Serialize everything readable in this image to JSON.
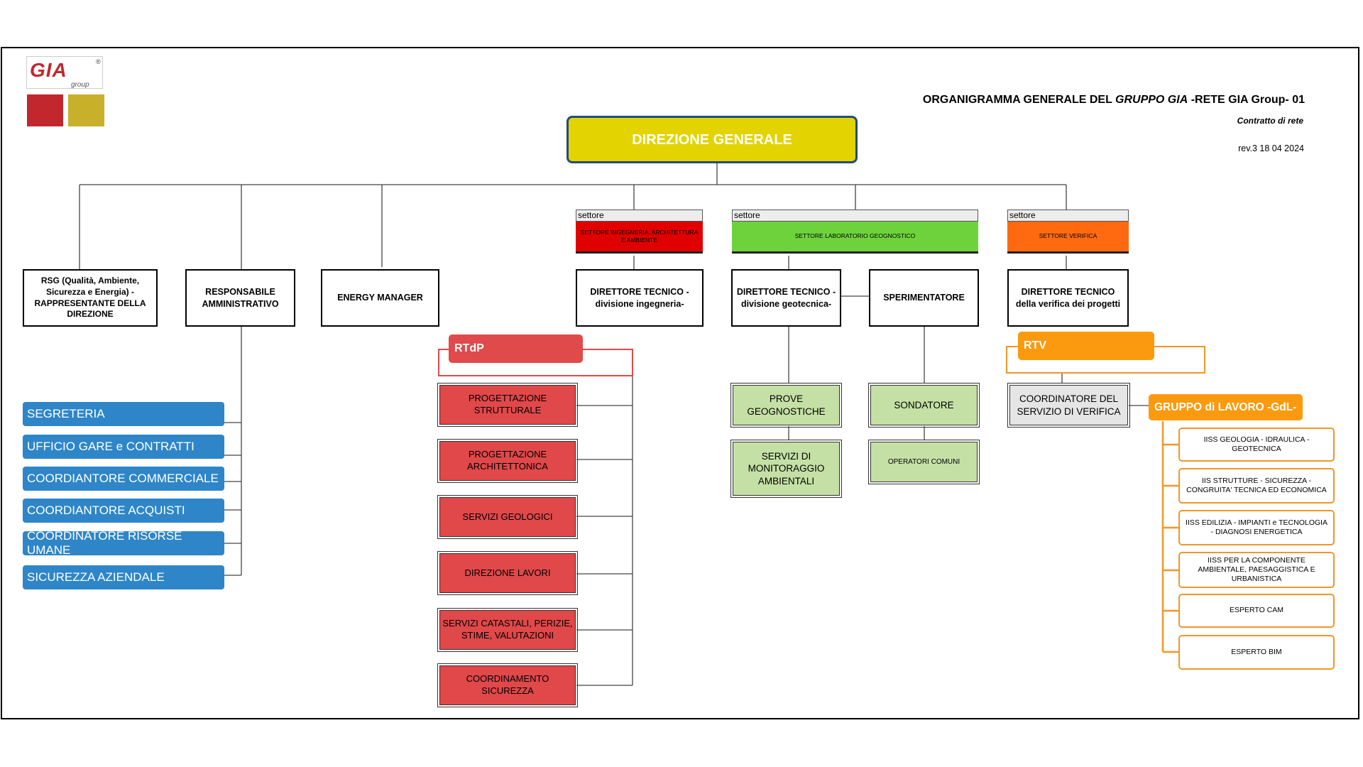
{
  "logo": {
    "brand": "GIA",
    "registered": "®",
    "tagline": "group",
    "colors": [
      "#c1272d",
      "#c8b02a"
    ]
  },
  "header": {
    "title_pre": "ORGANIGRAMMA GENERALE DEL ",
    "title_italic": "GRUPPO GIA",
    "title_post": " -RETE GIA Group- 01",
    "subtitle": "Contratto di rete",
    "revision": "rev.3 18 04 2024"
  },
  "top": {
    "label": "DIREZIONE GENERALE",
    "color": "#e3d300"
  },
  "staff": [
    {
      "label": "RSG (Qualità, Ambiente, Sicurezza e Energia) - RAPPRESENTANTE DELLA DIREZIONE"
    },
    {
      "label": "RESPONSABILE AMMINISTRATIVO"
    },
    {
      "label": "ENERGY MANAGER"
    }
  ],
  "sectors": [
    {
      "tag": "settore",
      "name": "SETTORE INGEGNERIA, ARCHITETTURA E AMBIENTE",
      "color": "#e00000"
    },
    {
      "tag": "settore",
      "name": "SETTORE LABORATORIO GEOGNOSTICO",
      "color": "#6ed23c"
    },
    {
      "tag": "settore",
      "name": "SETTORE VERIFICA",
      "color": "#ff6a10"
    }
  ],
  "directors": {
    "ing": "DIRETTORE TECNICO -divisione ingegneria-",
    "geo": "DIRETTORE TECNICO -divisione geotecnica-",
    "sper": "SPERIMENTATORE",
    "ver": "DIRETTORE TECNICO della verifica dei progetti"
  },
  "admin_offices": [
    "SEGRETERIA",
    "UFFICIO GARE e CONTRATTI",
    "COORDIANTORE COMMERCIALE",
    "COORDIANTORE ACQUISTI",
    "COORDINATORE RISORSE UMANE",
    "SICUREZZA AZIENDALE"
  ],
  "rtdp": {
    "label": "RTdP",
    "color": "#e04a4a",
    "items": [
      "PROGETTAZIONE STRUTTURALE",
      "PROGETTAZIONE ARCHITETTONICA",
      "SERVIZI GEOLOGICI",
      "DIREZIONE LAVORI",
      "SERVIZI CATASTALI, PERIZIE, STIME, VALUTAZIONI",
      "COORDINAMENTO SICUREZZA"
    ]
  },
  "geo_units": {
    "prove": "PROVE GEOGNOSTICHE",
    "monitoraggio": "SERVIZI DI MONITORAGGIO AMBIENTALI",
    "sondatore": "SONDATORE",
    "operatori": "OPERATORI COMUNI"
  },
  "rtv": {
    "label": "RTV",
    "color": "#fb9a0e",
    "coordinator": "COORDINATORE DEL SERVIZIO DI VERIFICA"
  },
  "gdl": {
    "label": "GRUPPO di LAVORO -GdL-",
    "color": "#fb9a0e",
    "items": [
      "IISS GEOLOGIA - IDRAULICA - GEOTECNICA",
      "IIS STRUTTURE - SICUREZZA - CONGRUITA' TECNICA ED ECONOMICA",
      "IISS EDILIZIA - IMPIANTI e TECNOLOGIA - DIAGNOSI ENERGETICA",
      "IISS PER LA COMPONENTE AMBIENTALE, PAESAGGISTICA E URBANISTICA",
      "ESPERTO CAM",
      "ESPERTO BIM"
    ]
  }
}
